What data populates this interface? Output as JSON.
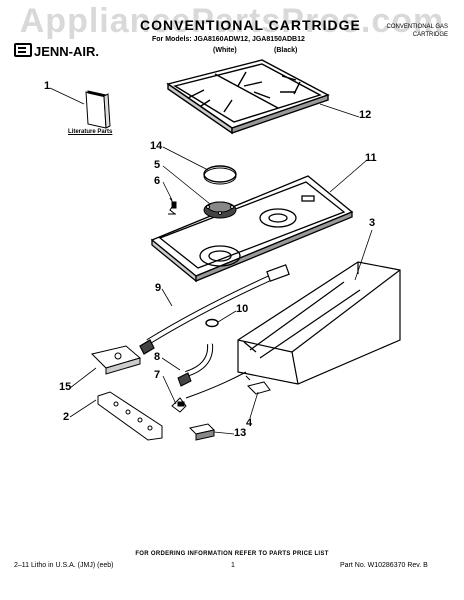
{
  "watermark": "AppliancePartsPros.com",
  "header": {
    "title": "CONVENTIONAL CARTRIDGE",
    "models": "For Models: JGA8160ADW12, JGA8150ADB12",
    "variant_white": "(White)",
    "variant_black": "(Black)",
    "corner_line1": "CONVENTIONAL GAS",
    "corner_line2": "CARTRIDGE"
  },
  "brand": "JENN-AIR.",
  "literature_label": "Literature Parts",
  "callouts": [
    "1",
    "2",
    "3",
    "4",
    "5",
    "6",
    "7",
    "8",
    "9",
    "10",
    "11",
    "12",
    "13",
    "14",
    "15"
  ],
  "footer": {
    "ordering_note": "FOR ORDERING INFORMATION REFER TO PARTS PRICE LIST",
    "left": "2–11 Litho in U.S.A. (JMJ) (eeb)",
    "page": "1",
    "right": "Part No. W10286370 Rev. B"
  }
}
